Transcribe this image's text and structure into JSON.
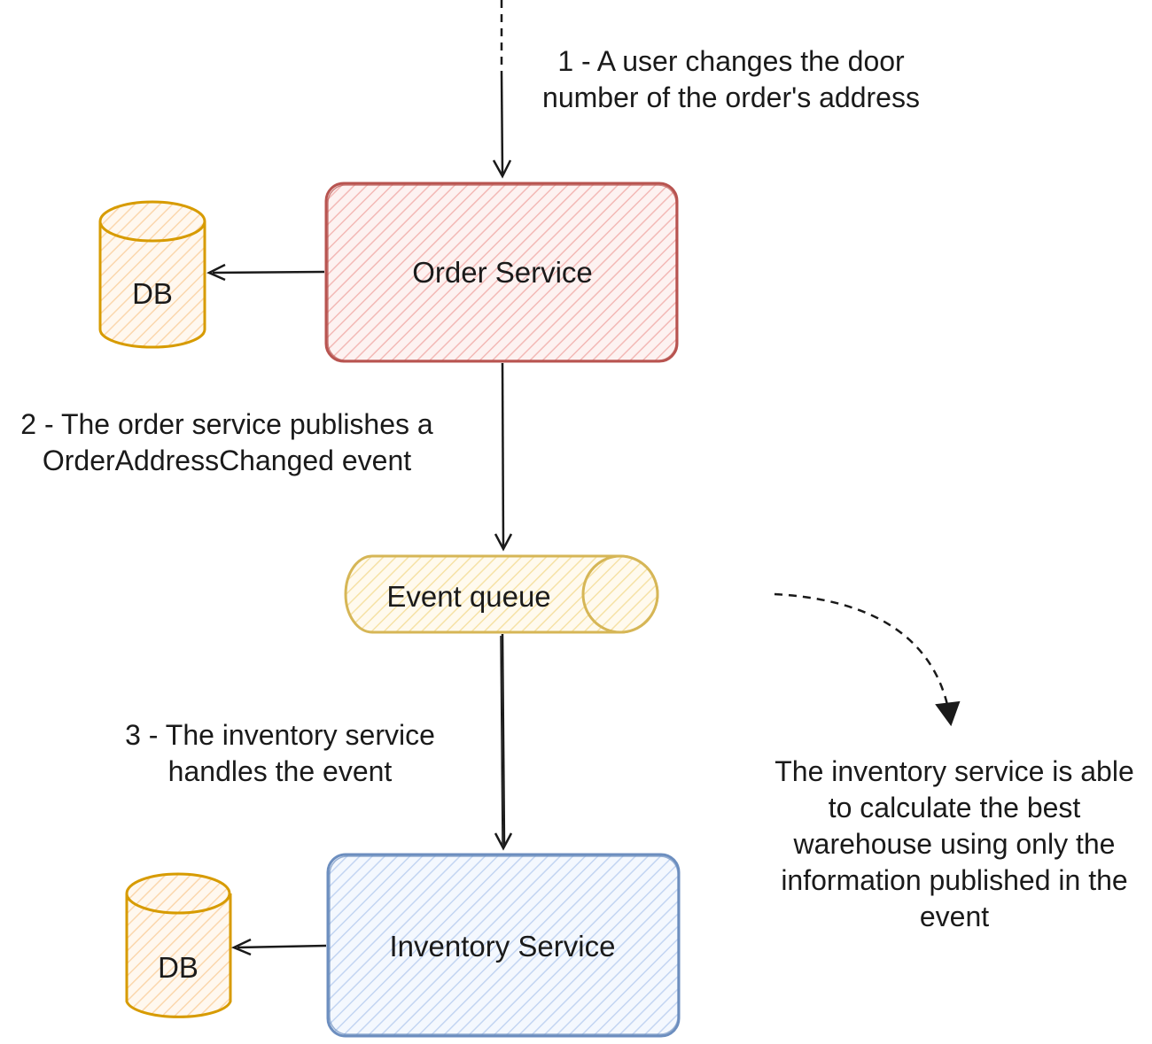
{
  "colors": {
    "order_service_stroke": "#b85450",
    "order_service_fill": "#f8cecc",
    "db_stroke": "#d79b00",
    "db_fill": "#ffe6cc",
    "queue_stroke": "#d6b656",
    "queue_fill": "#fff2cc",
    "inventory_service_stroke": "#6c8ebf",
    "inventory_service_fill": "#dae8fc",
    "arrow": "#1a1a1a"
  },
  "nodes": {
    "order_service": "Order Service",
    "order_db": "DB",
    "event_queue": "Event queue",
    "inventory_service": "Inventory Service",
    "inventory_db": "DB"
  },
  "notes": {
    "step1": [
      "1 - A user changes the door",
      "number of the order's address"
    ],
    "step2": [
      "2 - The order service publishes a",
      "OrderAddressChanged event"
    ],
    "step3": [
      "3 - The inventory service",
      "handles the event"
    ],
    "result": [
      "The inventory service is able",
      "to calculate the best",
      "warehouse using only the",
      "information published in the",
      "event"
    ]
  }
}
